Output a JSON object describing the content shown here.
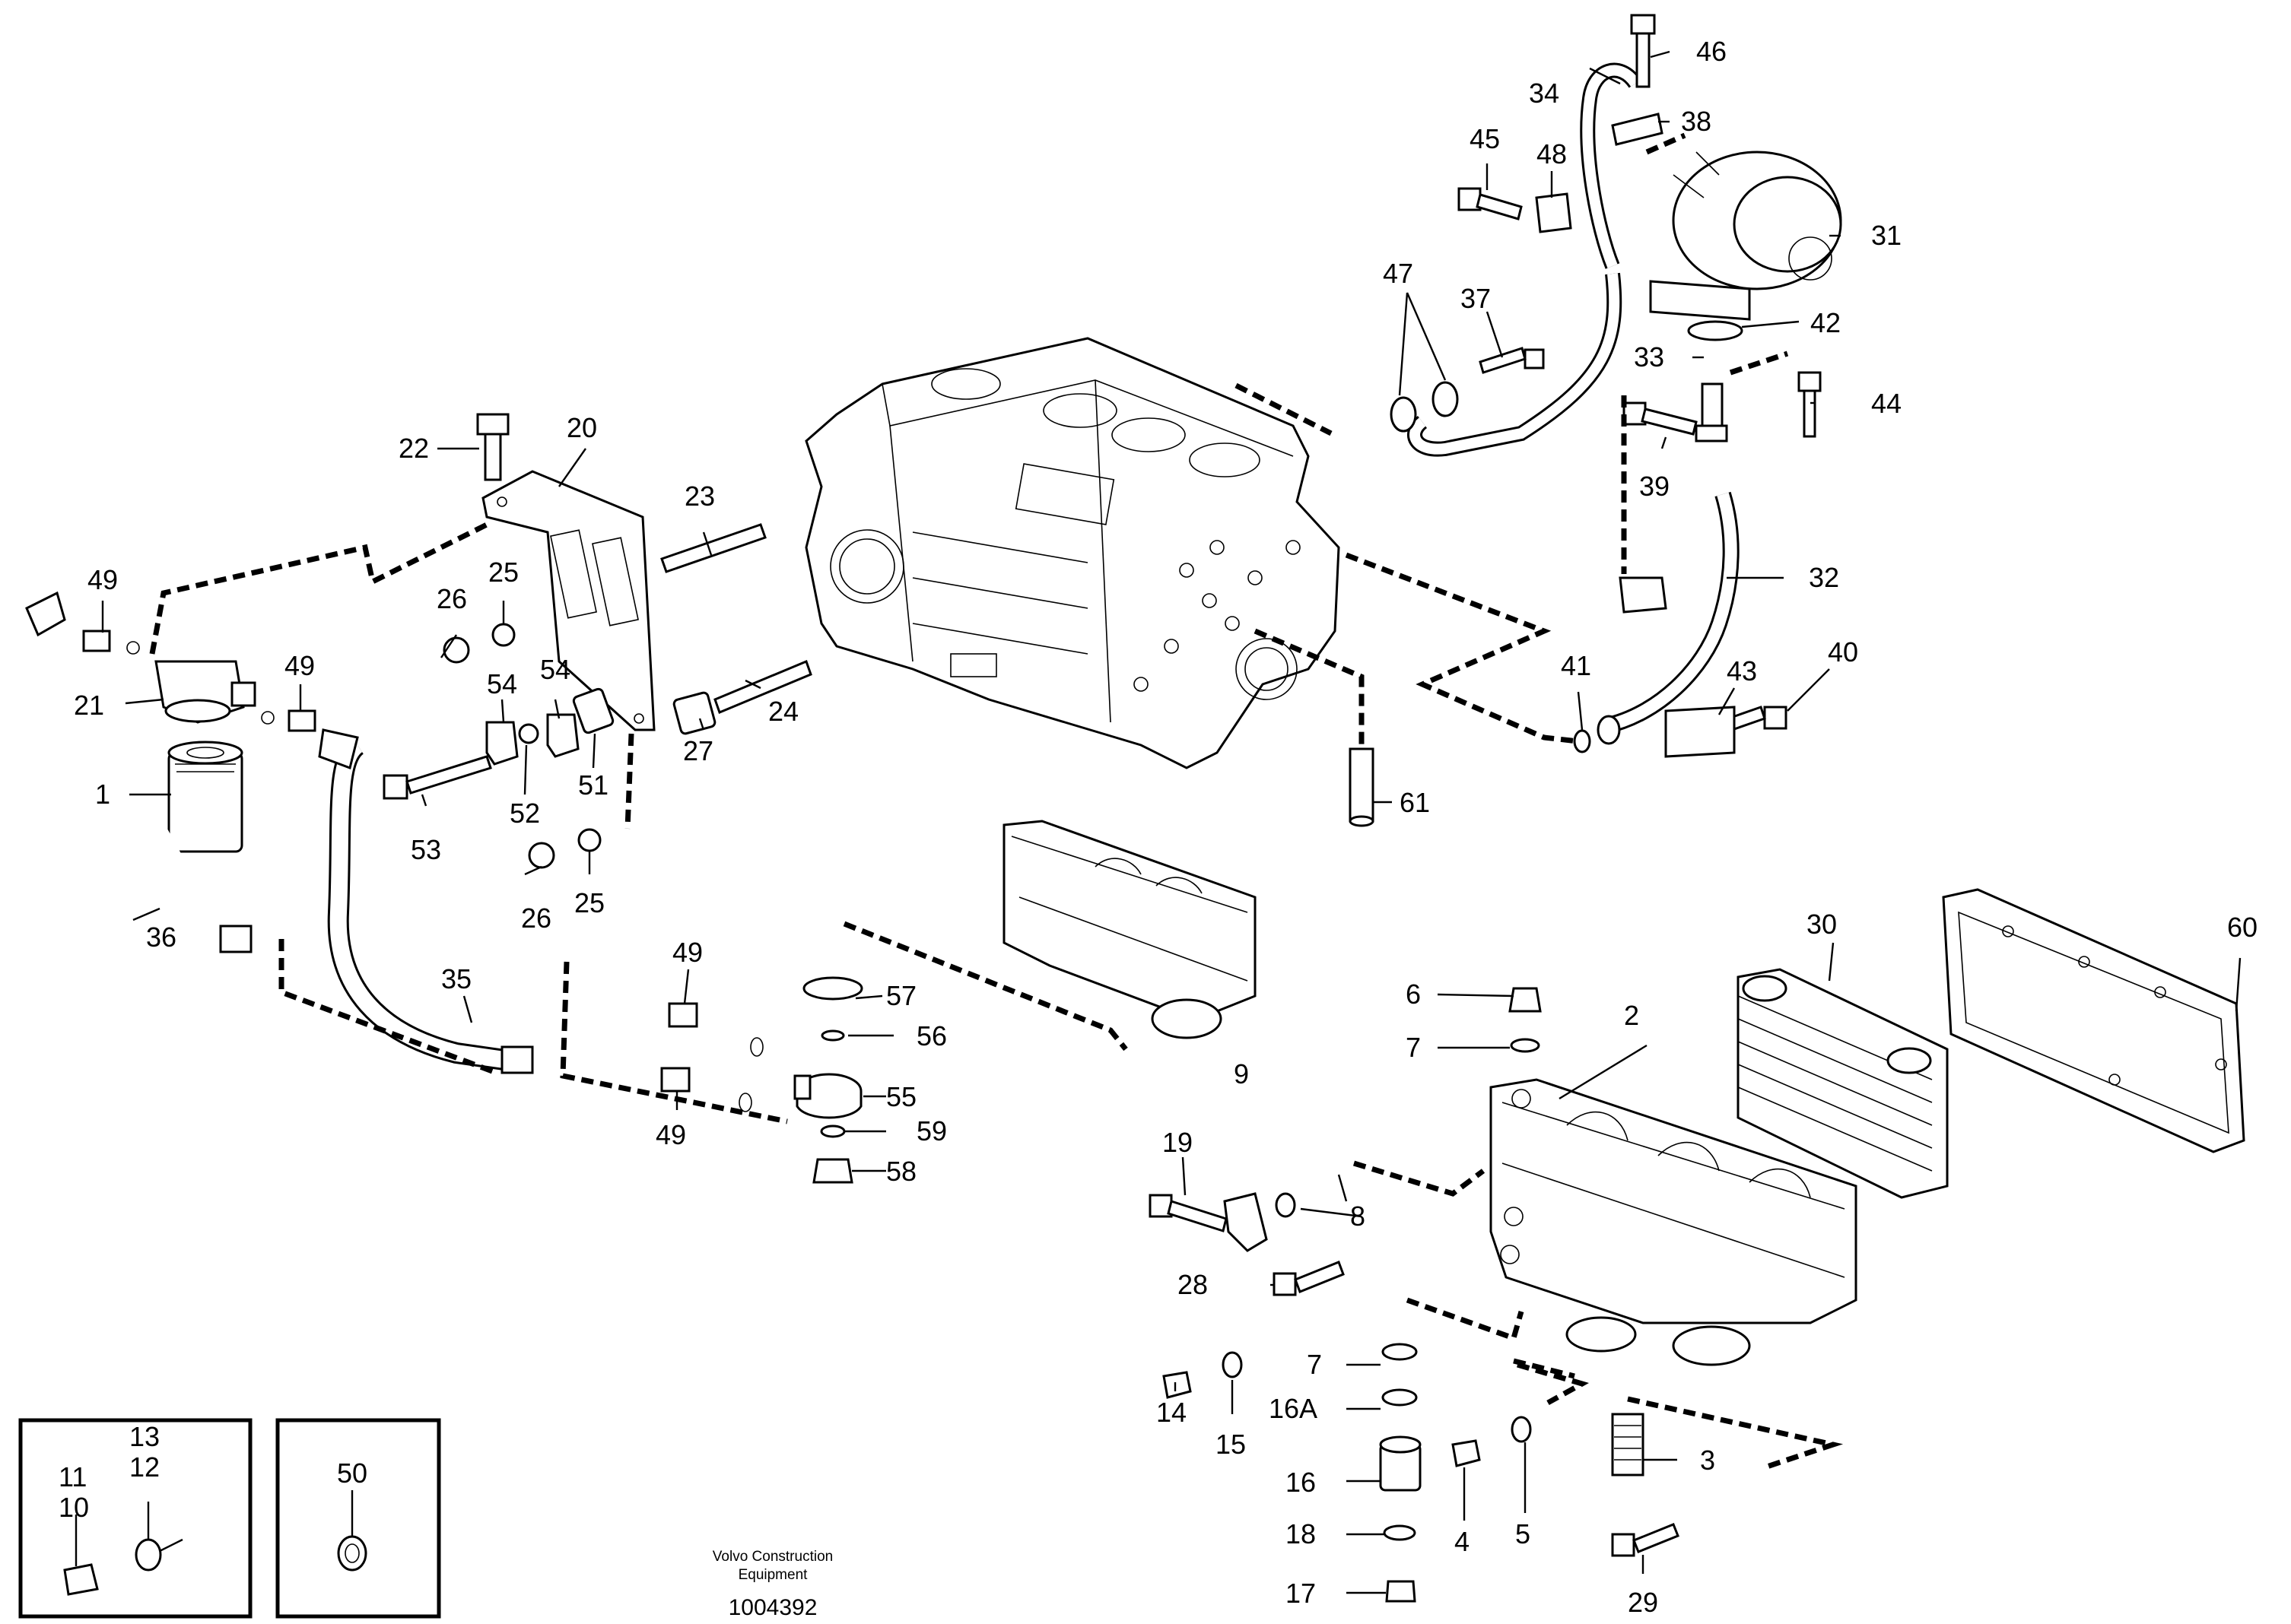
{
  "labels": {
    "l1": "1",
    "l2": "2",
    "l3": "3",
    "l4": "4",
    "l5": "5",
    "l6": "6",
    "l7a": "7",
    "l7b": "7",
    "l8": "8",
    "l9": "9",
    "l10": "10",
    "l11": "11",
    "l12": "12",
    "l13": "13",
    "l14": "14",
    "l15": "15",
    "l16": "16",
    "l16a": "16A",
    "l17": "17",
    "l18": "18",
    "l19": "19",
    "l20": "20",
    "l21": "21",
    "l22": "22",
    "l23": "23",
    "l24": "24",
    "l25a": "25",
    "l25b": "25",
    "l26a": "26",
    "l26b": "26",
    "l27": "27",
    "l28": "28",
    "l29": "29",
    "l30": "30",
    "l31": "31",
    "l32": "32",
    "l33": "33",
    "l34": "34",
    "l35": "35",
    "l36": "36",
    "l37": "37",
    "l38": "38",
    "l39": "39",
    "l40": "40",
    "l41": "41",
    "l42": "42",
    "l43": "43",
    "l44": "44",
    "l45": "45",
    "l46": "46",
    "l47": "47",
    "l48": "48",
    "l49a": "49",
    "l49b": "49",
    "l49c": "49",
    "l49d": "49",
    "l50": "50",
    "l51": "51",
    "l52": "52",
    "l53": "53",
    "l54a": "54",
    "l54b": "54",
    "l55": "55",
    "l56": "56",
    "l57": "57",
    "l58": "58",
    "l59": "59",
    "l60": "60",
    "l61": "61"
  },
  "footer": {
    "company_line1": "Volvo Construction",
    "company_line2": "Equipment",
    "doc_number": "1004392"
  }
}
